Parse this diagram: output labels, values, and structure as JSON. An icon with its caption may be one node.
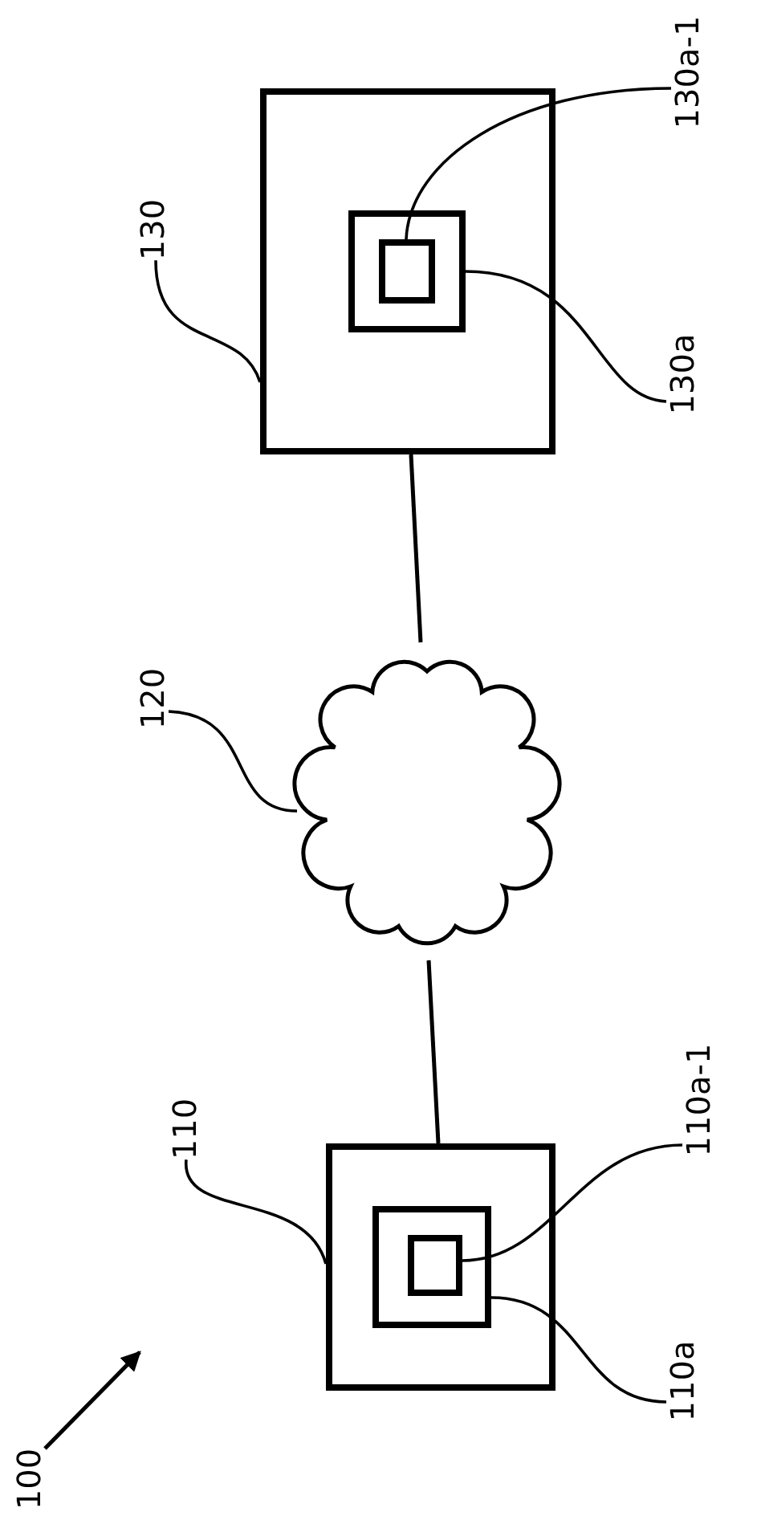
{
  "diagram": {
    "nodes": [
      {
        "text": [
          "100"
        ]
      },
      {
        "text": [
          "110"
        ]
      },
      {
        "text": [],
        "shape": "box"
      },
      {
        "text": [],
        "shape": "box",
        "in": 2
      },
      {
        "text": [],
        "shape": "box",
        "in": 3
      },
      {
        "text": [
          "110a-1"
        ]
      },
      {
        "text": [
          "110a"
        ]
      },
      {
        "text": [
          "120"
        ]
      },
      {
        "text": [],
        "shape": "cloud"
      },
      {
        "text": [
          "130"
        ]
      },
      {
        "text": [],
        "shape": "box"
      },
      {
        "text": [],
        "shape": "box",
        "in": 10
      },
      {
        "text": [],
        "shape": "box",
        "in": 11
      },
      {
        "text": [
          "130a-1"
        ]
      },
      {
        "text": [
          "130a"
        ]
      }
    ],
    "edges": [
      {
        "from": 0,
        "to": null,
        "arrow": "to"
      },
      {
        "from": 1,
        "to": 2,
        "arrow": "none"
      },
      {
        "from": 5,
        "to": 4,
        "arrow": "none"
      },
      {
        "from": 6,
        "to": 3,
        "arrow": "none"
      },
      {
        "from": 7,
        "to": 8,
        "arrow": "none"
      },
      {
        "from": 2,
        "to": 8,
        "arrow": "none"
      },
      {
        "from": 8,
        "to": 10,
        "arrow": "none"
      },
      {
        "from": 9,
        "to": 10,
        "arrow": "none"
      },
      {
        "from": 13,
        "to": 12,
        "arrow": "none"
      },
      {
        "from": 14,
        "to": 11,
        "arrow": "none"
      }
    ]
  }
}
